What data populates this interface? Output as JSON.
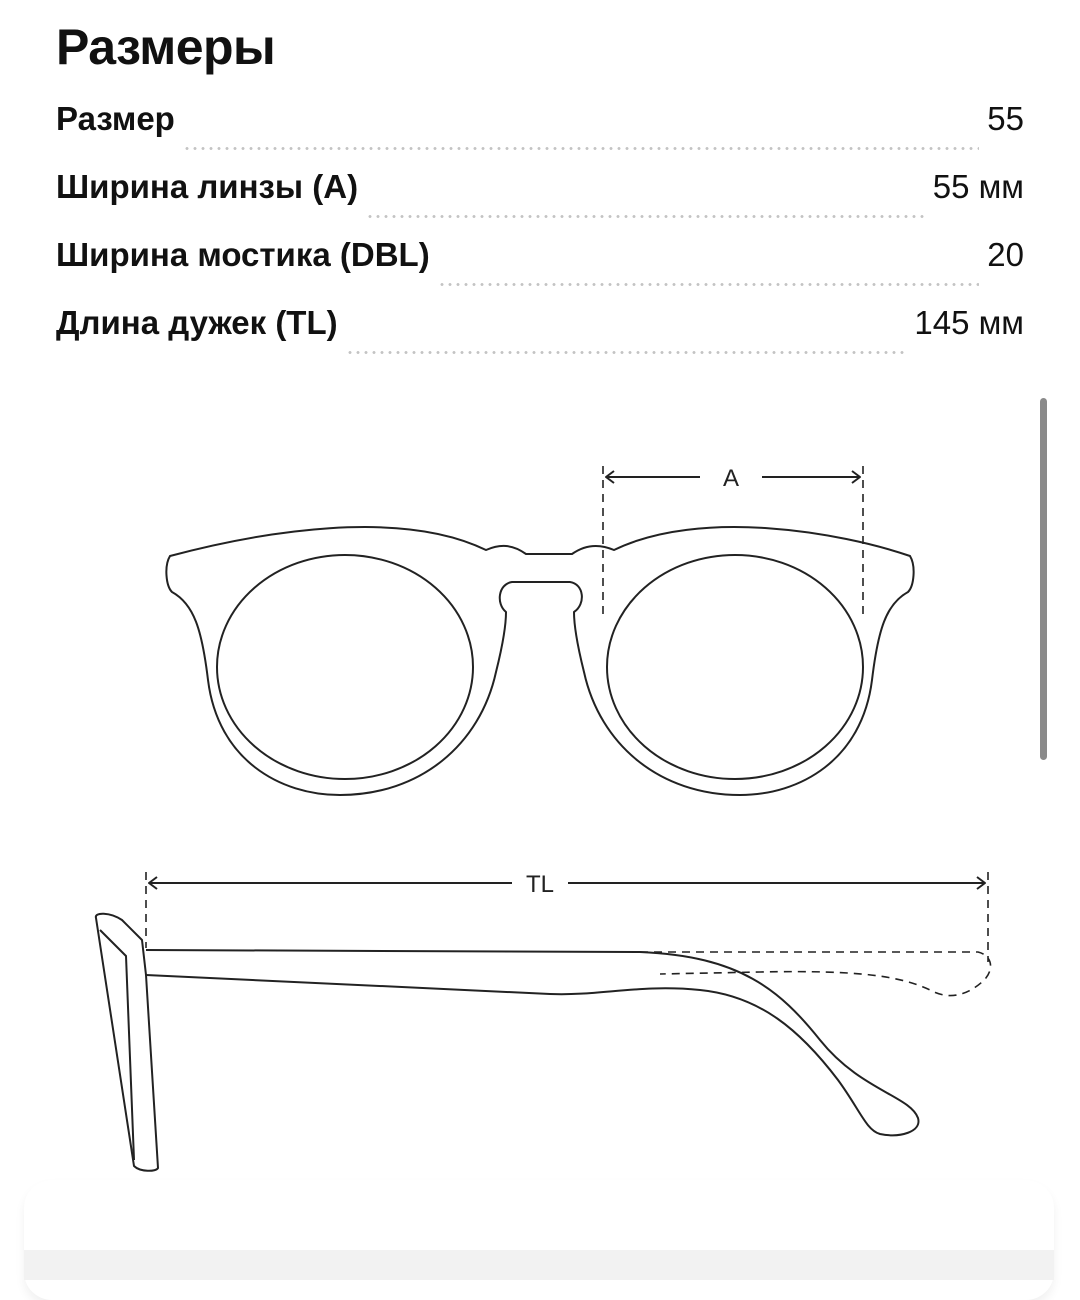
{
  "title": "Размеры",
  "specs": [
    {
      "label": "Размер",
      "value": "55"
    },
    {
      "label": "Ширина линзы (A)",
      "value": "55 мм"
    },
    {
      "label": "Ширина мостика (DBL)",
      "value": "20"
    },
    {
      "label": "Длина дужек (TL)",
      "value": "145 мм"
    }
  ],
  "diagram": {
    "front_dimension_label": "A",
    "side_dimension_label": "TL"
  }
}
